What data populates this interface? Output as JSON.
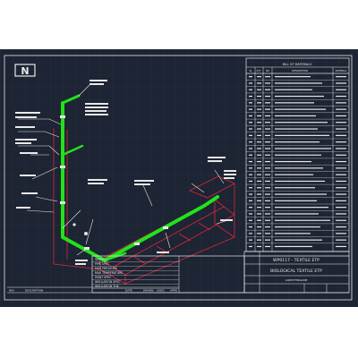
{
  "drawing": {
    "north_label": "N",
    "bom": {
      "title": "BILL OF MATERIALS",
      "headers": [
        "SL",
        "QTY",
        "NO",
        "DESCRIPTION",
        "MATERIAL"
      ]
    },
    "title_block": {
      "left_fields": [
        "SERVICE",
        "PIPE SPEC",
        "MAX PRESSURE",
        "MAX TEMPERATURE",
        "PAINT SPEC",
        "INSULATION SPEC",
        "INSULATION THK"
      ],
      "revision_headers": [
        "REV",
        "DESCRIPTION",
        "DATE",
        "DRAWN",
        "CHKD",
        "APPD"
      ],
      "project_code": "WP0117 - TEXTILE ETP",
      "project_name": "BIOLOGICAL TEXTILE ETP",
      "sub_name": "LAMCHTINGLINE"
    }
  },
  "colors": {
    "background": "#1d2433",
    "pipe": "#22e21c",
    "structure": "#d8283c",
    "lines": "#e8e8e8",
    "grid": "#2a3346"
  }
}
